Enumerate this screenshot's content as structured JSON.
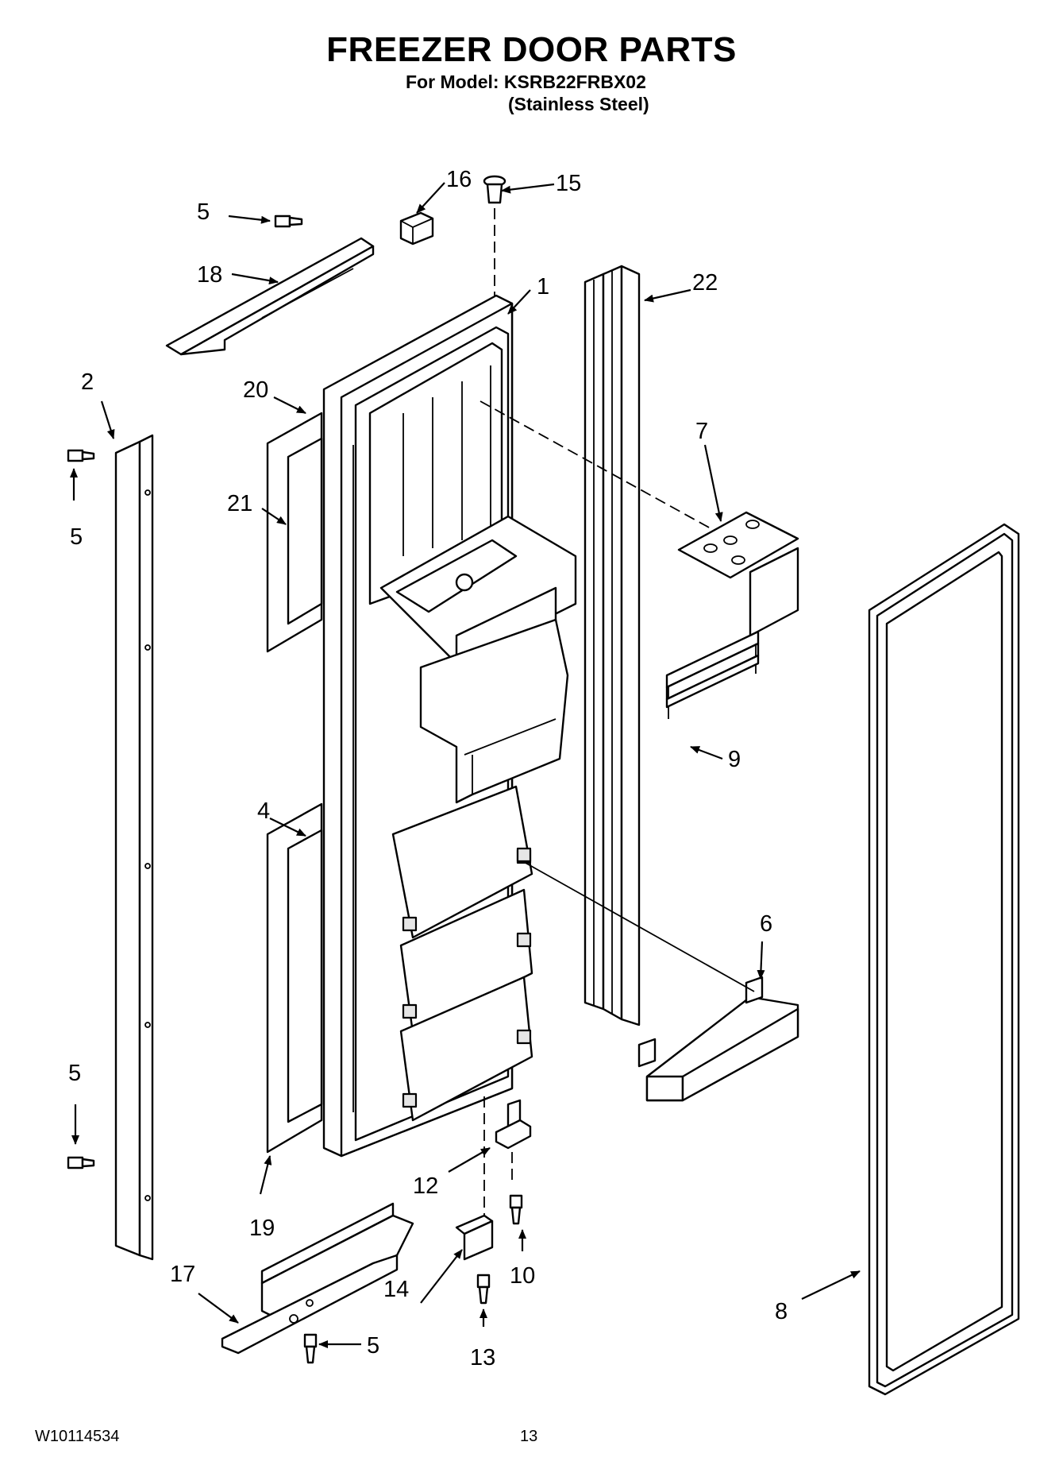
{
  "header": {
    "title": "FREEZER DOOR PARTS",
    "model_line": "For Model: KSRB22FRBX02",
    "finish_line": "(Stainless Steel)"
  },
  "footer": {
    "document_number": "W10114534",
    "page_number": "13"
  },
  "callouts": {
    "c1": "1",
    "c2": "2",
    "c4": "4",
    "c5a": "5",
    "c5b": "5",
    "c5c": "5",
    "c5d": "5",
    "c6": "6",
    "c7": "7",
    "c8": "8",
    "c9": "9",
    "c10": "10",
    "c12": "12",
    "c13": "13",
    "c14": "14",
    "c15": "15",
    "c16": "16",
    "c17": "17",
    "c18": "18",
    "c19": "19",
    "c20": "20",
    "c21": "21",
    "c22": "22"
  }
}
